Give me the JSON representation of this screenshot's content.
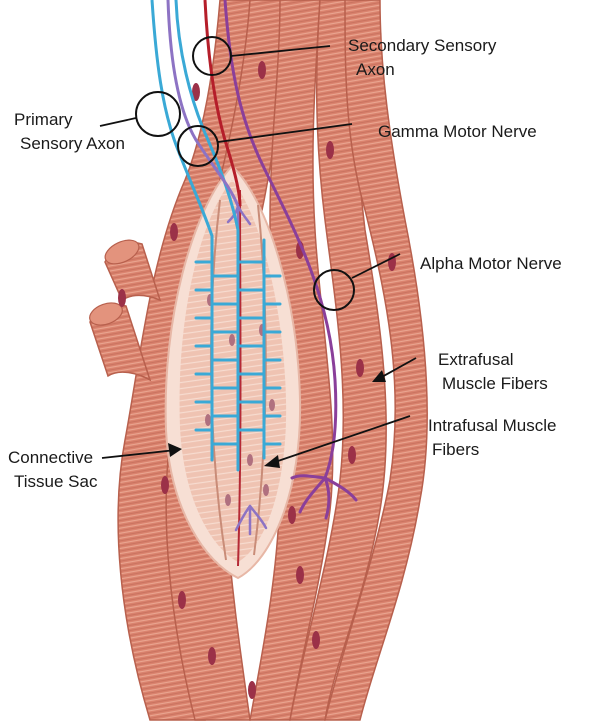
{
  "labels": {
    "secondary_sensory_axon": {
      "line1": "Secondary Sensory",
      "line2": "Axon"
    },
    "primary_sensory_axon": {
      "line1": "Primary",
      "line2": "Sensory Axon"
    },
    "gamma_motor_nerve": "Gamma Motor Nerve",
    "alpha_motor_nerve": "Alpha Motor Nerve",
    "extrafusal_muscle_fibers": {
      "line1": "Extrafusal",
      "line2": "Muscle Fibers"
    },
    "intrafusal_muscle_fibers": {
      "line1": "Intrafusal Muscle",
      "line2": "Fibers"
    },
    "connective_tissue_sac": {
      "line1": "Connective",
      "line2": "Tissue Sac"
    }
  },
  "colors": {
    "muscle": "#d9816c",
    "muscle_dark": "#b8604d",
    "muscle_light": "#eaa590",
    "nucleus": "#9b3148",
    "sac_fill": "#f1c3b3",
    "sac_border": "#f7dfd4",
    "sensory_blue": "#3aa9d6",
    "motor_purple": "#8a3f9a",
    "gamma_purple": "#8d73c4",
    "secondary_red": "#b51e2a",
    "line": "#111111"
  }
}
